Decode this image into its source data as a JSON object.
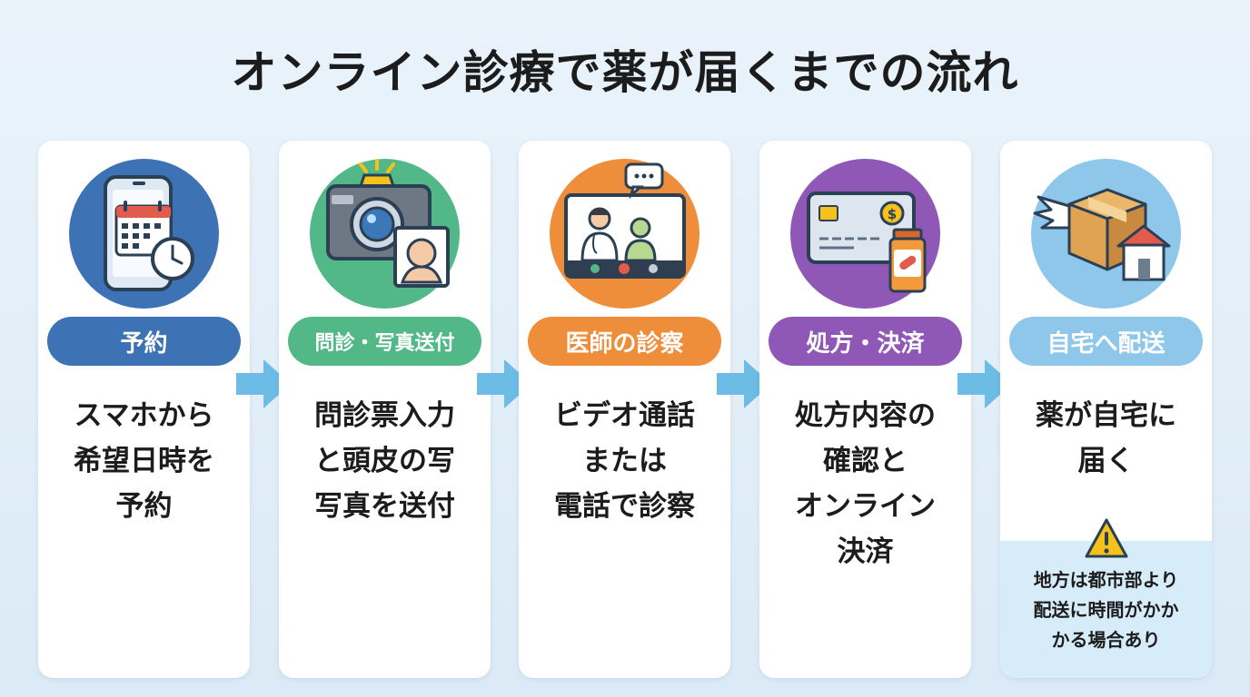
{
  "title": "オンライン診療で薬が届くまでの流れ",
  "colors": {
    "step1": "#3d72b4",
    "step2": "#52b887",
    "step3": "#ee8d3a",
    "step4": "#8f57b6",
    "step5": "#8ec7ea",
    "arrow": "#6cbce6"
  },
  "steps": [
    {
      "label": "予約",
      "icon": "smartphone-calendar-clock-icon",
      "lines": [
        "スマホから",
        "希望日時を",
        "予約"
      ]
    },
    {
      "label": "問診・写真送付",
      "icon": "camera-face-photo-icon",
      "lines": [
        "問診票入力",
        "と頭皮の写",
        "写真を送付"
      ]
    },
    {
      "label": "医師の診察",
      "icon": "video-call-doctor-icon",
      "lines": [
        "ビデオ通話",
        "または",
        "電話で診察"
      ]
    },
    {
      "label": "処方・決済",
      "icon": "credit-card-medicine-icon",
      "lines": [
        "処方内容の",
        "確認と",
        "オンライン",
        "決済"
      ]
    },
    {
      "label": "自宅へ配送",
      "icon": "flying-package-house-icon",
      "lines": [
        "薬が自宅に",
        "届く"
      ],
      "note": {
        "icon": "warning-icon",
        "lines": [
          "地方は都市部より",
          "配送に時間がかか",
          "かる場合あり"
        ]
      }
    }
  ]
}
